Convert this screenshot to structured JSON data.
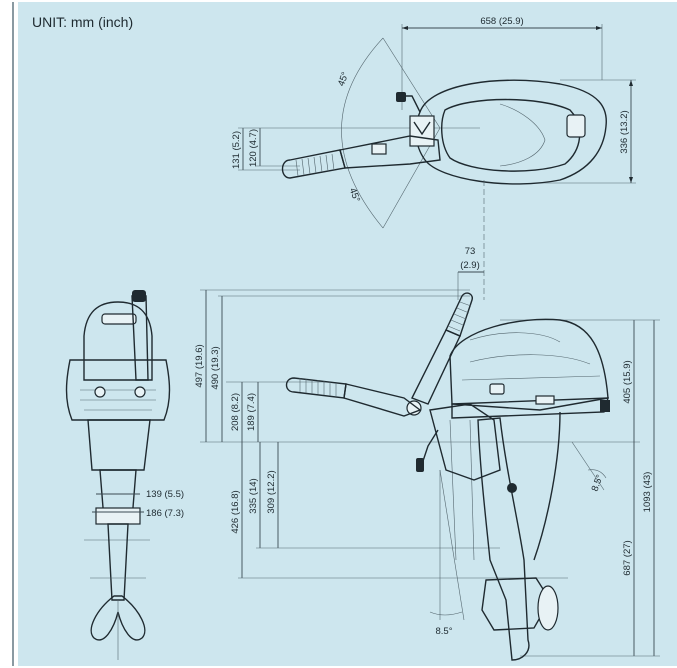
{
  "unit_label": "UNIT: mm (inch)",
  "dims": {
    "width_total": "658 (25.9)",
    "depth_top": "336 (13.2)",
    "tiller_131": "131 (5.2)",
    "tiller_120": "120 (4.7)",
    "angle_up": "45°",
    "angle_down": "45°",
    "offset_73": "73",
    "offset_73_in": "(2.9)",
    "h497": "497 (19.6)",
    "h490": "490 (19.3)",
    "h208": "208 (8.2)",
    "h189": "189 (7.4)",
    "h426": "426 (16.8)",
    "h335": "335 (14)",
    "h309": "309 (12.2)",
    "h405": "405 (15.9)",
    "h1093": "1093 (43)",
    "h687": "687 (27)",
    "tilt_right": "8.5°",
    "tilt_bottom": "8.5°",
    "w139": "139 (5.5)",
    "w186": "186 (7.3)"
  }
}
